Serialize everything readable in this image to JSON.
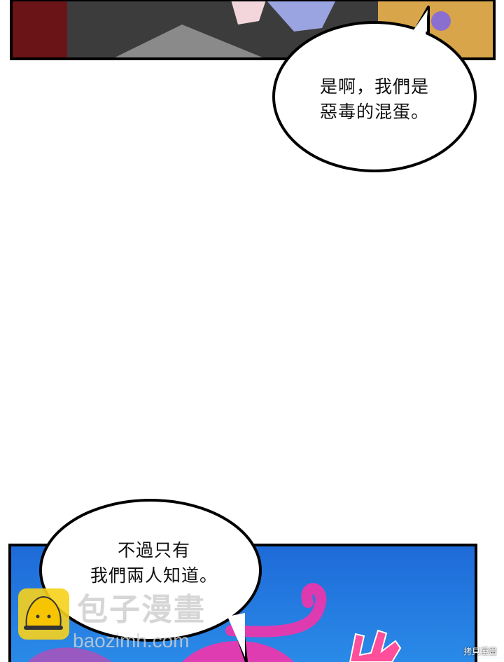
{
  "panels": {
    "bubble_top": {
      "line1": "是啊，我們是",
      "line2": "惡毒的混蛋。"
    },
    "bubble_bottom": {
      "line1": "不過只有",
      "line2": "我們兩人知道。"
    }
  },
  "watermark": {
    "site_cn": "包子漫畫",
    "site_en": "baozimh.com",
    "corner": "拷貝漫畫"
  },
  "colors": {
    "panel_blue": "#1f6fd6",
    "panel_dark": "#3a3a3a",
    "magenta": "#ff2fa8",
    "logo_yellow": "#f7d21c"
  }
}
